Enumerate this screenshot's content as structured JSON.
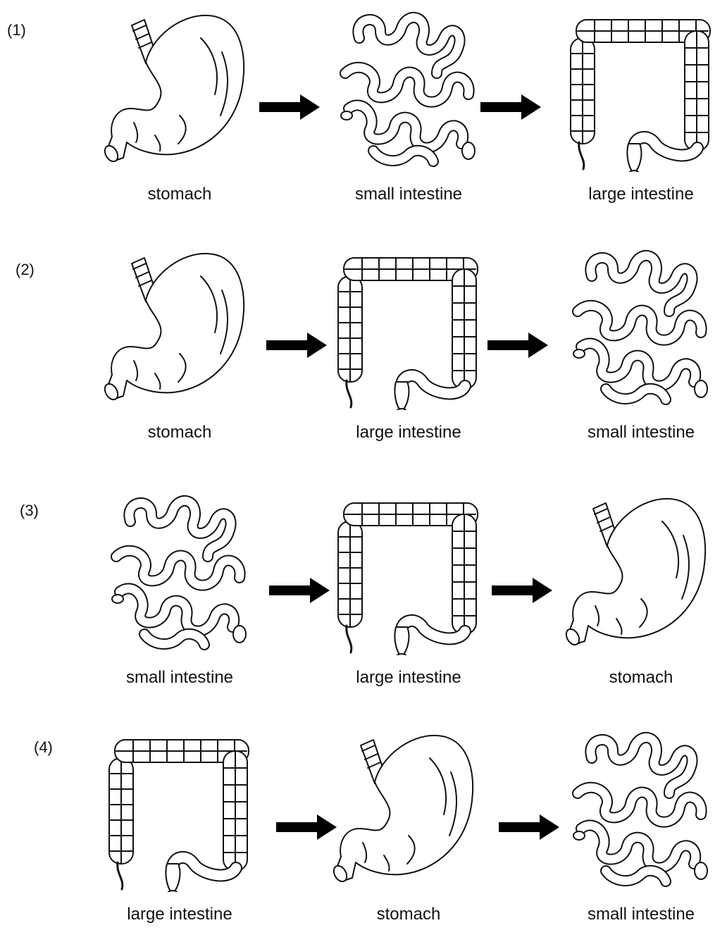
{
  "options": [
    {
      "number": "(1)",
      "organs": [
        {
          "kind": "stomach",
          "label": "stomach"
        },
        {
          "kind": "small-intestine",
          "label": "small intestine"
        },
        {
          "kind": "large-intestine",
          "label": "large intestine"
        }
      ]
    },
    {
      "number": "(2)",
      "organs": [
        {
          "kind": "stomach",
          "label": "stomach"
        },
        {
          "kind": "large-intestine",
          "label": "large intestine"
        },
        {
          "kind": "small-intestine",
          "label": "small intestine"
        }
      ]
    },
    {
      "number": "(3)",
      "organs": [
        {
          "kind": "small-intestine",
          "label": "small intestine"
        },
        {
          "kind": "large-intestine",
          "label": "large intestine"
        },
        {
          "kind": "stomach",
          "label": "stomach"
        }
      ]
    },
    {
      "number": "(4)",
      "organs": [
        {
          "kind": "large-intestine",
          "label": "large intestine"
        },
        {
          "kind": "stomach",
          "label": "stomach"
        },
        {
          "kind": "small-intestine",
          "label": "small intestine"
        }
      ]
    }
  ],
  "line_color": "#111111",
  "arrow_color": "#000000"
}
